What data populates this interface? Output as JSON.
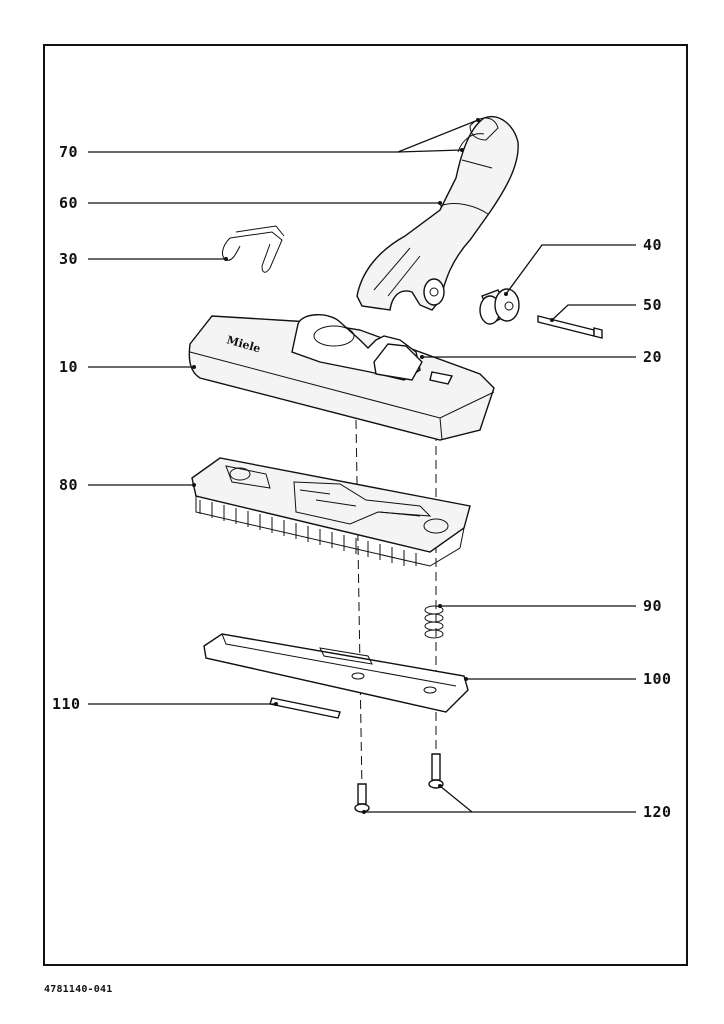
{
  "diagram": {
    "brand_mark": "Miele",
    "document_number": "4781140-041",
    "callouts": [
      {
        "id": "c70",
        "label": "70"
      },
      {
        "id": "c60",
        "label": "60"
      },
      {
        "id": "c30",
        "label": "30"
      },
      {
        "id": "c40",
        "label": "40"
      },
      {
        "id": "c50",
        "label": "50"
      },
      {
        "id": "c10",
        "label": "10"
      },
      {
        "id": "c20",
        "label": "20"
      },
      {
        "id": "c80",
        "label": "80"
      },
      {
        "id": "c90",
        "label": "90"
      },
      {
        "id": "c100",
        "label": "100"
      },
      {
        "id": "c110",
        "label": "110"
      },
      {
        "id": "c120",
        "label": "120"
      }
    ]
  }
}
